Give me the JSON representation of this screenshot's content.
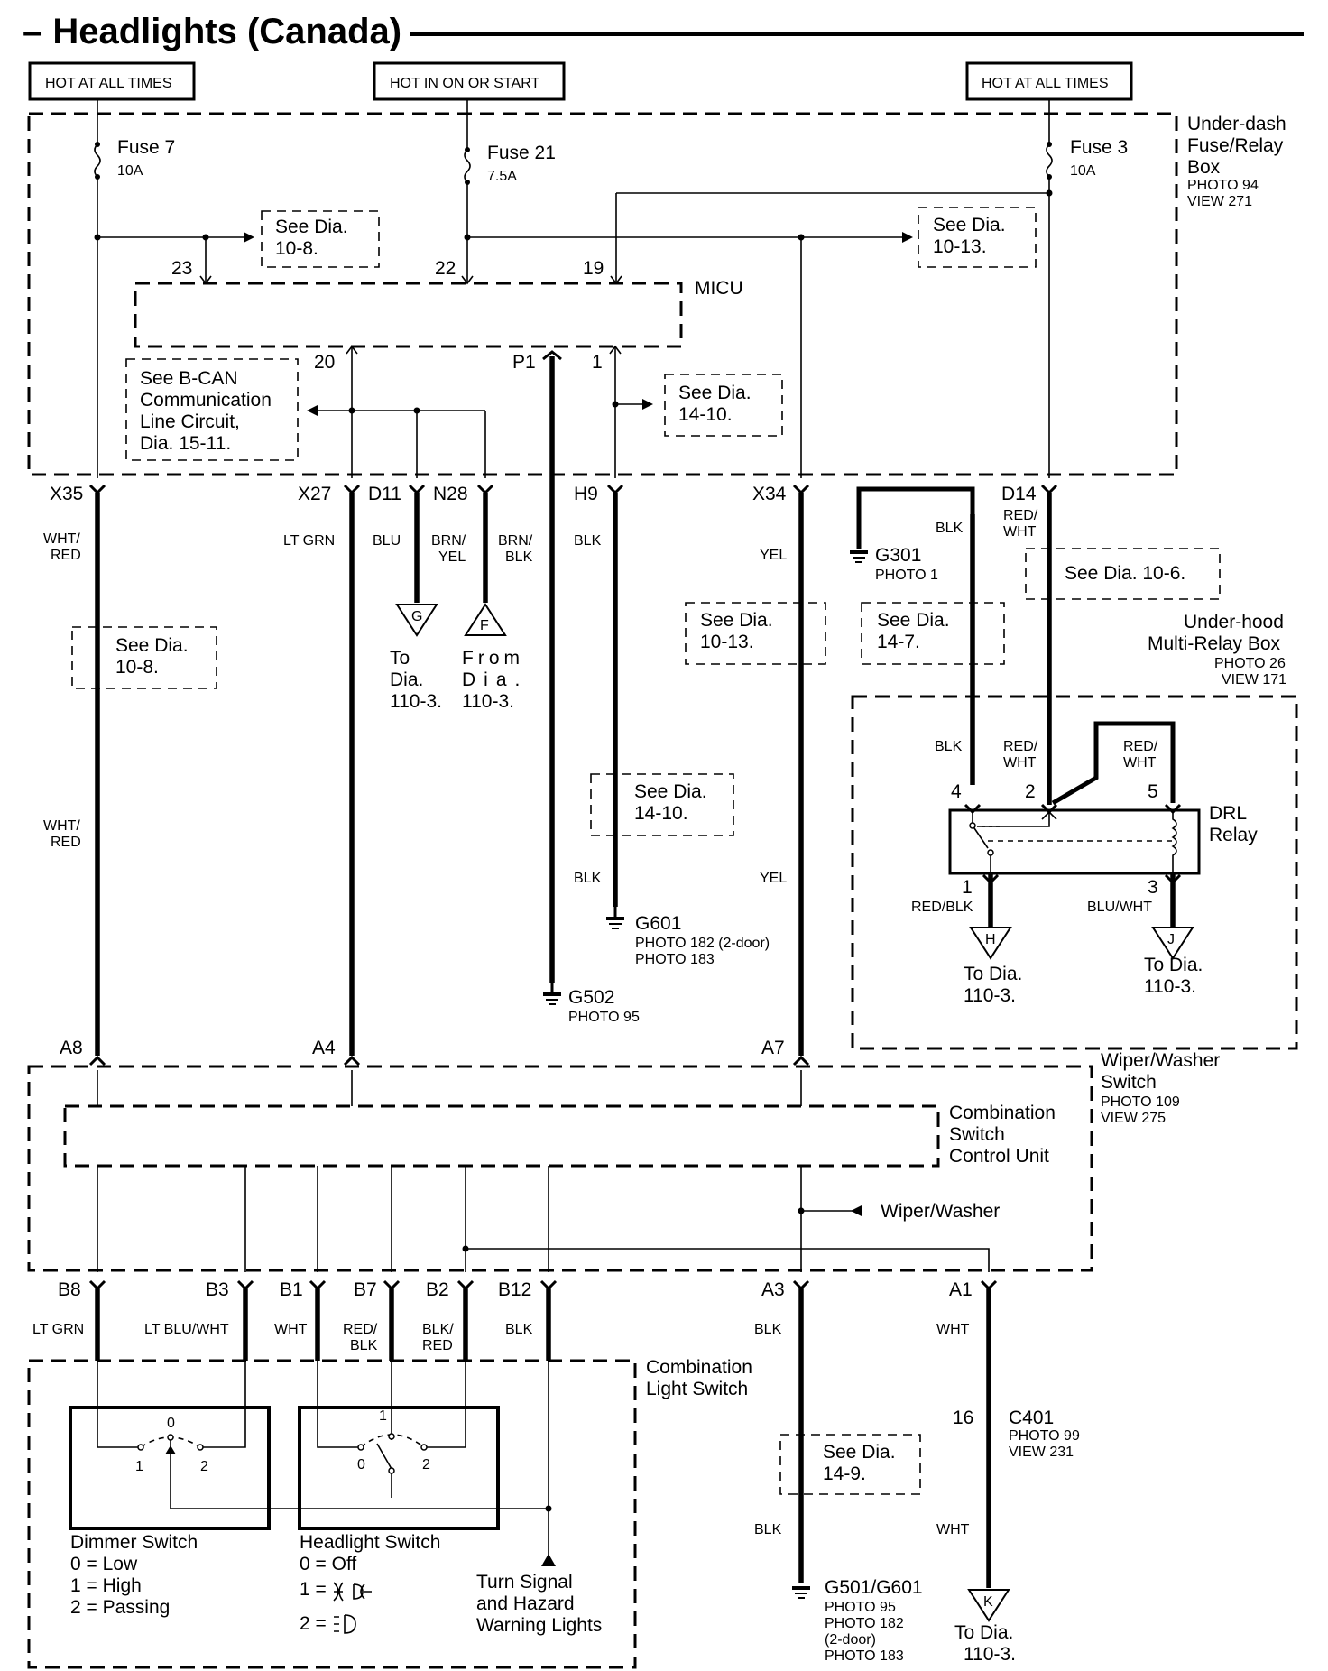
{
  "title": "– Headlights (Canada)",
  "power": {
    "hot_left": "HOT AT ALL TIMES",
    "hot_mid": "HOT IN ON OR START",
    "hot_right": "HOT AT ALL TIMES"
  },
  "fuse_box": {
    "name": [
      "Under-dash",
      "Fuse/Relay",
      "Box"
    ],
    "photo": "PHOTO 94",
    "view": "VIEW 271",
    "fuse7": "Fuse 7",
    "fuse7_amp": "10A",
    "fuse21": "Fuse 21",
    "fuse21_amp": "7.5A",
    "fuse3": "Fuse 3",
    "fuse3_amp": "10A"
  },
  "micu": {
    "name": "MICU",
    "pins": {
      "p23": "23",
      "p22": "22",
      "p19": "19",
      "p20": "20",
      "pP1": "P1",
      "p1": "1"
    }
  },
  "refs": {
    "dia10_8_top": [
      "See Dia.",
      "10-8."
    ],
    "dia10_13_top": [
      "See Dia.",
      "10-13."
    ],
    "bcan": [
      "See B-CAN",
      "Communication",
      "Line Circuit,",
      "Dia. 15-11."
    ],
    "dia14_10_top": [
      "See Dia.",
      "14-10."
    ],
    "dia10_8_left": [
      "See Dia.",
      "10-8."
    ],
    "dia10_13_mid": [
      "See Dia.",
      "10-13."
    ],
    "dia14_7": [
      "See Dia.",
      "14-7."
    ],
    "dia10_6": "See Dia. 10-6.",
    "dia14_10_mid": [
      "See Dia.",
      "14-10."
    ],
    "dia14_9": [
      "See Dia.",
      "14-9."
    ]
  },
  "connectors": {
    "X35": "X35",
    "X27": "X27",
    "D11": "D11",
    "N28": "N28",
    "H9": "H9",
    "X34": "X34",
    "D14": "D14",
    "A8": "A8",
    "A4": "A4",
    "A7": "A7",
    "B8": "B8",
    "B3": "B3",
    "B1": "B1",
    "B7": "B7",
    "B2": "B2",
    "B12": "B12",
    "A3": "A3",
    "A1": "A1"
  },
  "wires": {
    "wht_red": [
      "WHT/",
      "RED"
    ],
    "lt_grn": "LT GRN",
    "blu": "BLU",
    "brn_yel": [
      "BRN/",
      "YEL"
    ],
    "brn_blk": [
      "BRN/",
      "BLK"
    ],
    "blk": "BLK",
    "yel": "YEL",
    "red_wht": [
      "RED/",
      "WHT"
    ],
    "red_blk": "RED/BLK",
    "blu_wht": "BLU/WHT",
    "lt_blu_wht": "LT BLU/WHT",
    "wht": "WHT",
    "red_blk2": [
      "RED/",
      "BLK"
    ],
    "blk_red": [
      "BLK/",
      "RED"
    ]
  },
  "offpage": {
    "G": "G",
    "G_text": [
      "To",
      "Dia.",
      "110-3."
    ],
    "F": "F",
    "F_text": [
      "From",
      "Dia.",
      "110-3."
    ],
    "H": "H",
    "H_text": [
      "To Dia.",
      "110-3."
    ],
    "J": "J",
    "J_text": [
      "To Dia.",
      "110-3."
    ],
    "K": "K",
    "K_text": [
      "To Dia.",
      "110-3."
    ]
  },
  "grounds": {
    "G301": "G301",
    "G301_photo": "PHOTO 1",
    "G601": "G601",
    "G601_photo": [
      "PHOTO 182 (2-door)",
      "PHOTO 183"
    ],
    "G502": "G502",
    "G502_photo": "PHOTO 95",
    "G501": "G501/G601",
    "G501_photo": [
      "PHOTO 95",
      "PHOTO 182",
      "(2-door)",
      "PHOTO 183"
    ]
  },
  "relay_box": {
    "name": [
      "Under-hood",
      "Multi-Relay Box"
    ],
    "photo": "PHOTO 26",
    "view": "VIEW 171",
    "relay": [
      "DRL",
      "Relay"
    ],
    "pins": {
      "p4": "4",
      "p2": "2",
      "p5": "5",
      "p1": "1",
      "p3": "3"
    }
  },
  "wiper_switch": {
    "name": [
      "Wiper/Washer",
      "Switch"
    ],
    "photo": "PHOTO 109",
    "view": "VIEW 275",
    "unit": [
      "Combination",
      "Switch",
      "Control Unit"
    ],
    "wiper_washer": "Wiper/Washer"
  },
  "light_switch": {
    "name": [
      "Combination",
      "Light Switch"
    ],
    "dimmer": [
      "Dimmer Switch",
      "0 = Low",
      "1 = High",
      "2 = Passing"
    ],
    "headlight": [
      "Headlight Switch",
      "0 = Off",
      "1 = ",
      "2 = "
    ],
    "positions": {
      "d0": "0",
      "d1": "1",
      "d2": "2",
      "h0": "0",
      "h1": "1",
      "h2": "2"
    },
    "turn": [
      "Turn Signal",
      "and Hazard",
      "Warning Lights"
    ]
  },
  "c401": {
    "pin": "16",
    "name": "C401",
    "photo": "PHOTO 99",
    "view": "VIEW 231"
  }
}
